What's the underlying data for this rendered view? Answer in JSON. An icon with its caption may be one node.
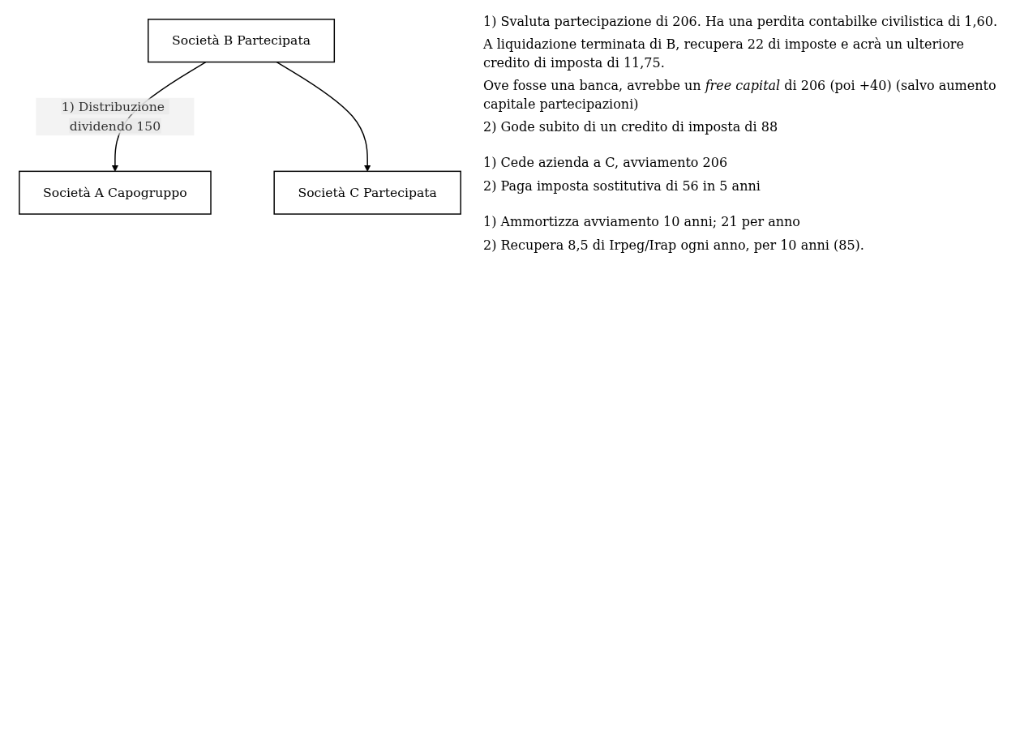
{
  "diagram": {
    "nodes": [
      {
        "text": [
          "Società A Capogruppo"
        ],
        "beside": [
          "1) Svaluta partecipazione di 206. Ha una perdita contabilke civilistica di 1,60.",
          "A liquidazione terminata di B, recupera 22 di imposte e acrà un ulteriore credito di imposta di 11,75.",
          "Ove fosse una banca, avrebbe un *free capital* di 206 (poi +40) (salvo aumento capitale partecipazioni)",
          "2) Gode subito di un credito di imposta di 88"
        ]
      },
      {
        "text": [
          "Società B Partecipata"
        ],
        "beside": [
          "1) Cede azienda a C, avviamento 206",
          "2) Paga imposta sostitutiva di 56 in 5 anni"
        ]
      },
      {
        "text": [
          "Società C Partecipata"
        ],
        "beside": [
          "1) Ammortizza avviamento 10 anni; 21 per anno",
          "2) Recupera 8,5 di Irpeg/Irap ogni anno, per 10 anni (85)."
        ]
      }
    ],
    "edges": [
      {
        "from": 1,
        "to": 0,
        "arrow": "to",
        "label": "1) Distribuzione dividendo 150"
      },
      {
        "from": 1,
        "to": 2,
        "arrow": "to"
      }
    ]
  }
}
